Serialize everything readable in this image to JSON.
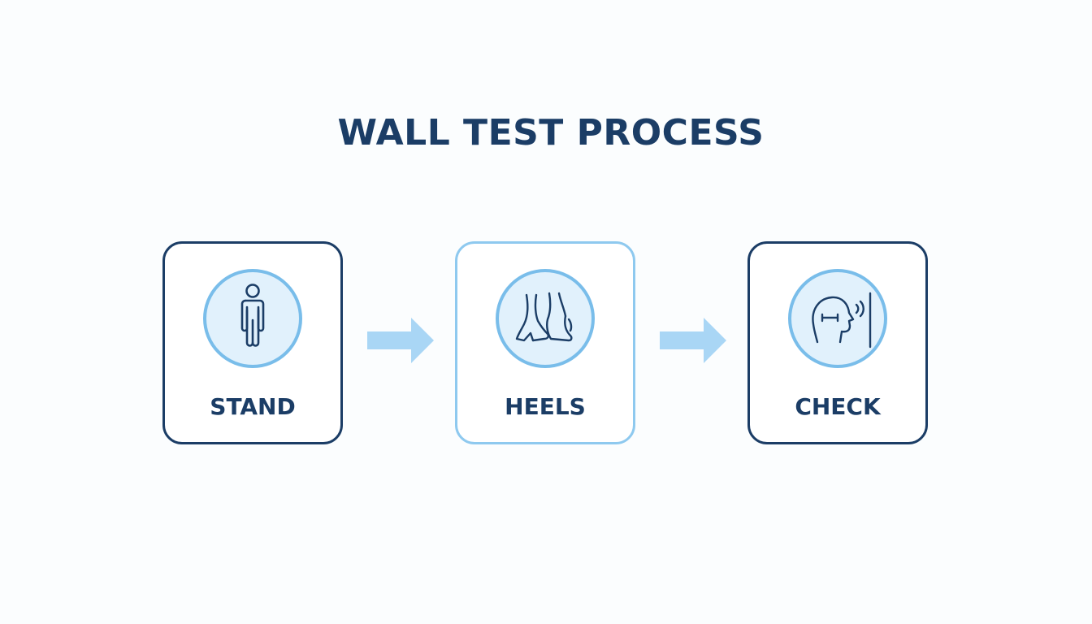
{
  "title": "WALL TEST PROCESS",
  "steps": [
    {
      "label": "STAND",
      "icon": "person-standing-icon"
    },
    {
      "label": "HEELS",
      "icon": "heels-against-wall-icon"
    },
    {
      "label": "CHECK",
      "icon": "head-touching-wall-icon"
    }
  ],
  "colors": {
    "primary": "#1b3d66",
    "accent": "#8ec9ef",
    "icon_fill": "#e1f1fc",
    "arrow": "#a9d6f5"
  }
}
